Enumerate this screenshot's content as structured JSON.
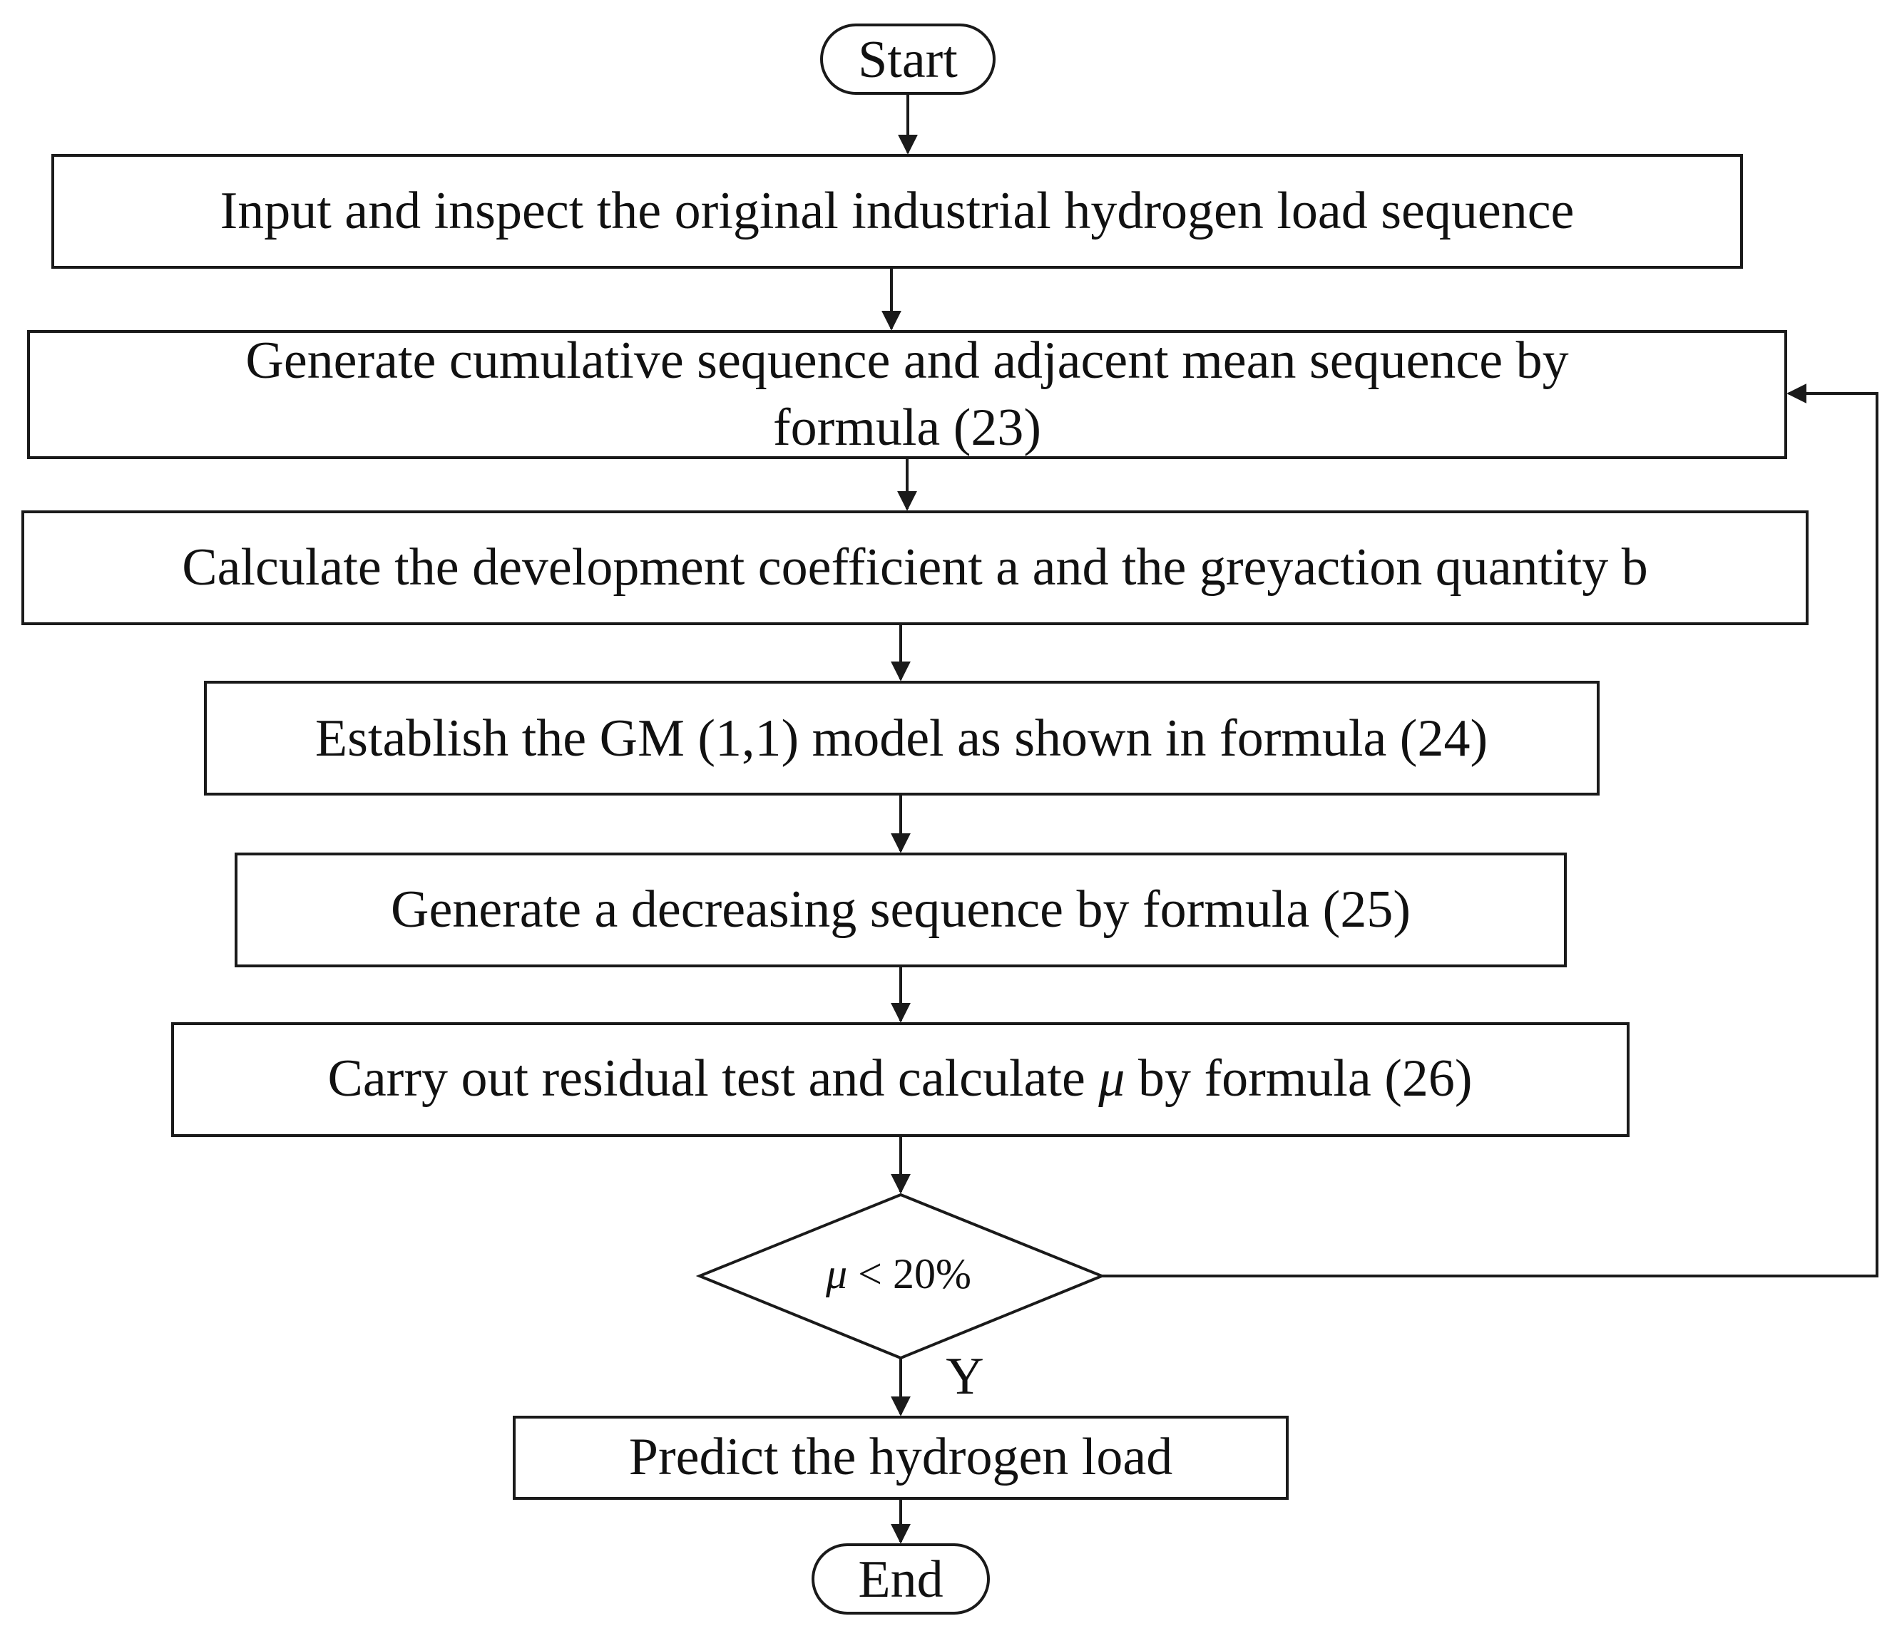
{
  "flowchart": {
    "start": "Start",
    "step1": "Input and inspect the original industrial hydrogen load sequence",
    "step2_line1": "Generate cumulative sequence and adjacent mean sequence by",
    "step2_line2": "formula (23)",
    "step3": "Calculate the development coefficient a and the greyaction quantity b",
    "step4": "Establish the GM (1,1) model as shown in formula (24)",
    "step5": "Generate a decreasing sequence by formula  (25)",
    "step6_pre": "Carry out residual test and calculate ",
    "step6_mu": "μ",
    "step6_post": " by formula (26)",
    "decision_mu": "μ",
    "decision_rest": " < 20%",
    "yes_label": "Y",
    "step7": "Predict the hydrogen load",
    "end": "End"
  }
}
